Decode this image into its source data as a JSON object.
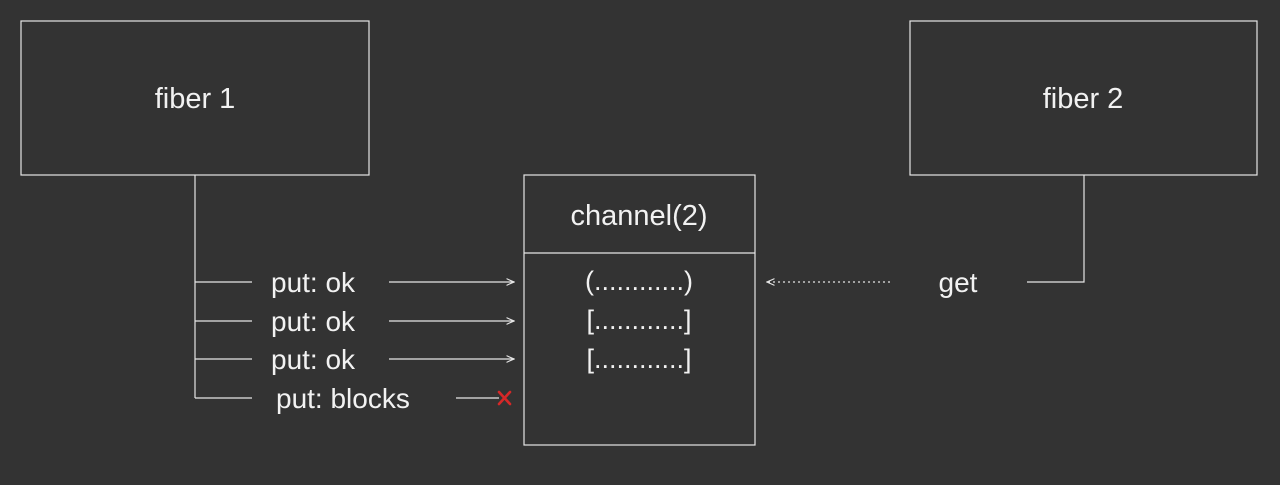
{
  "fiber1": {
    "title": "fiber 1"
  },
  "fiber2": {
    "title": "fiber 2"
  },
  "channel": {
    "title": "channel(2)",
    "slots": [
      "(............)",
      "[............]",
      "[............]"
    ]
  },
  "puts": [
    "put: ok",
    "put: ok",
    "put: ok",
    "put: blocks"
  ],
  "get_label": "get",
  "colors": {
    "background": "#333333",
    "stroke": "#e6e6e6",
    "text": "#f2f2f2",
    "blocked_marker": "#d62828"
  }
}
